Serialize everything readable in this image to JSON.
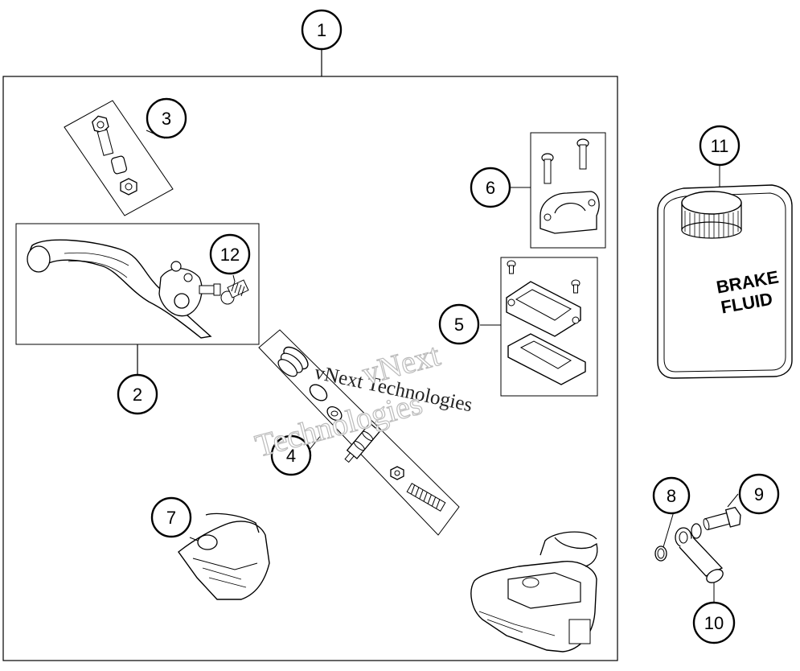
{
  "callouts": [
    {
      "id": "1",
      "label": "1"
    },
    {
      "id": "2",
      "label": "2"
    },
    {
      "id": "3",
      "label": "3"
    },
    {
      "id": "4",
      "label": "4"
    },
    {
      "id": "5",
      "label": "5"
    },
    {
      "id": "6",
      "label": "6"
    },
    {
      "id": "7",
      "label": "7"
    },
    {
      "id": "8",
      "label": "8"
    },
    {
      "id": "9",
      "label": "9"
    },
    {
      "id": "10",
      "label": "10"
    },
    {
      "id": "11",
      "label": "11"
    },
    {
      "id": "12",
      "label": "12"
    }
  ],
  "brake_fluid_can": {
    "line1": "BRAKE",
    "line2": "FLUID"
  },
  "watermark": {
    "line1": "vNext Technologies",
    "line2": "vNext",
    "line3": "Technologies"
  }
}
